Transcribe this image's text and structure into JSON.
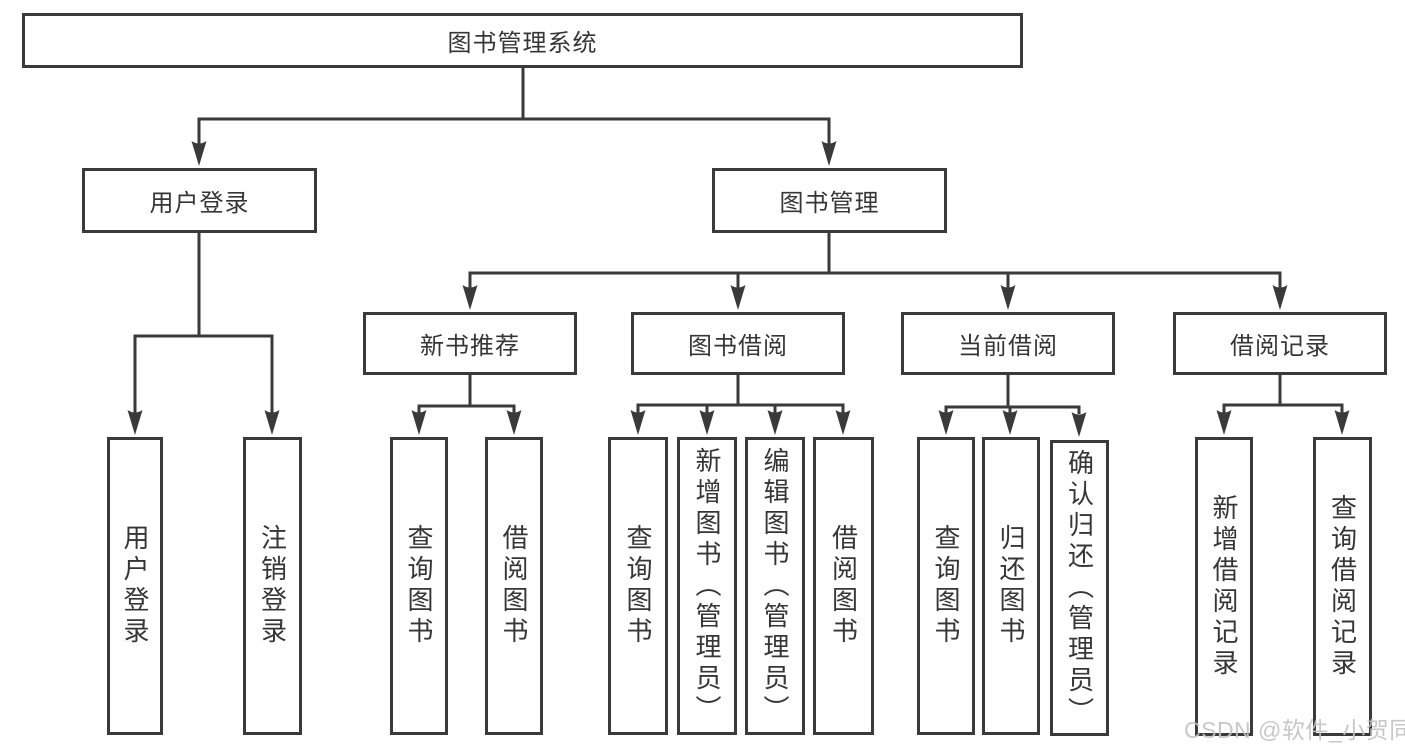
{
  "diagram": {
    "root": {
      "label": "图书管理系统",
      "children": [
        {
          "label": "用户登录",
          "children": [
            {
              "label": "用户登录"
            },
            {
              "label": "注销登录"
            }
          ]
        },
        {
          "label": "图书管理",
          "children": [
            {
              "label": "新书推荐",
              "children": [
                {
                  "label": "查询图书"
                },
                {
                  "label": "借阅图书"
                }
              ]
            },
            {
              "label": "图书借阅",
              "children": [
                {
                  "label": "查询图书"
                },
                {
                  "label": "新增图书（管理员）"
                },
                {
                  "label": "编辑图书（管理员）"
                },
                {
                  "label": "借阅图书"
                }
              ]
            },
            {
              "label": "当前借阅",
              "children": [
                {
                  "label": "查询图书"
                },
                {
                  "label": "归还图书"
                },
                {
                  "label": "确认归还（管理员）"
                }
              ]
            },
            {
              "label": "借阅记录",
              "children": [
                {
                  "label": "新增借阅记录"
                },
                {
                  "label": "查询借阅记录"
                }
              ]
            }
          ]
        }
      ]
    }
  },
  "watermark": {
    "text": "CSDN @软件_小贺同学"
  },
  "colors": {
    "line": "#3a3a3a",
    "text": "#363636",
    "background": "#ffffff",
    "watermark": "#c3c3c3"
  }
}
